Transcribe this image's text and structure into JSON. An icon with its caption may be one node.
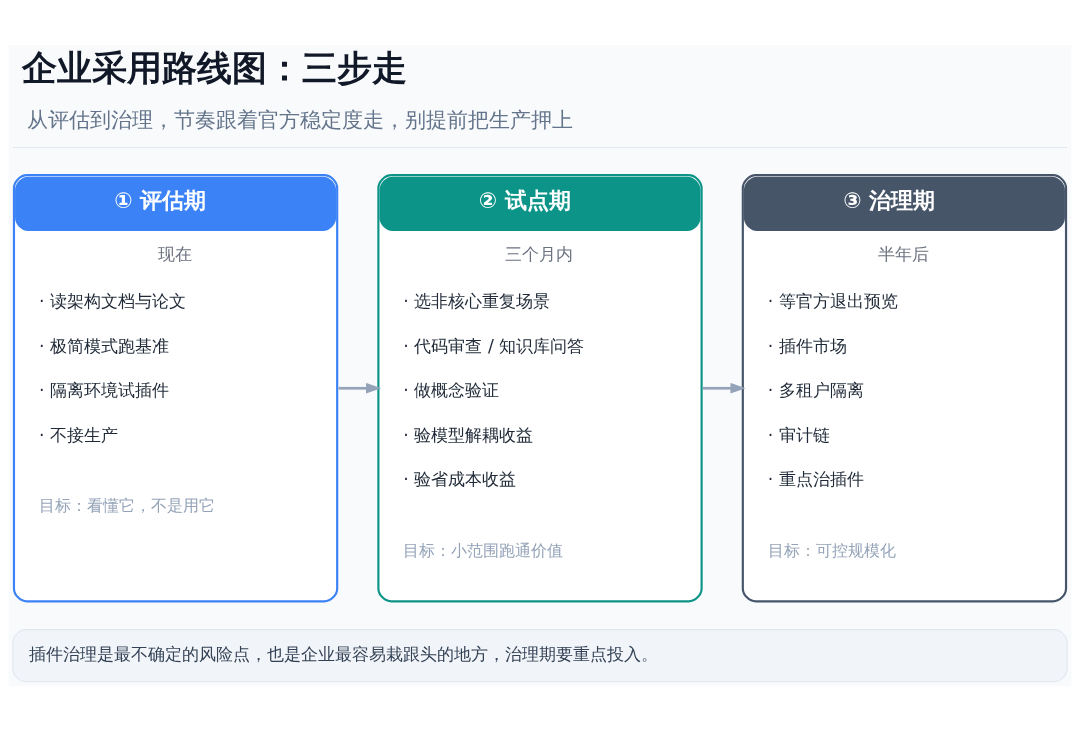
{
  "diagram": {
    "title": "企业采用路线图：三步走",
    "nodes": [
      {
        "text": [
          "① 评估期",
          "现在",
          "· 读架构文档与论文",
          "· 极简模式跑基准",
          "· 隔离环境试插件",
          "· 不接生产",
          "目标：看懂它，不是用它"
        ]
      },
      {
        "text": [
          "② 试点期",
          "三个月内",
          "· 选非核心重复场景",
          "· 代码审查 / 知识库问答",
          "· 做概念验证",
          "· 验模型解耦收益",
          "· 验省成本收益",
          "目标：小范围跑通价值"
        ]
      },
      {
        "text": [
          "③ 治理期",
          "半年后",
          "· 等官方退出预览",
          "· 插件市场",
          "· 多租户隔离",
          "· 审计链",
          "· 重点治插件",
          "目标：可控规模化"
        ]
      },
      {
        "text": [
          "插件治理是最不确定的风险点，也是企业最容易栽跟头的地方，治理期要重点投入。"
        ]
      }
    ],
    "edges": [
      {
        "from": 0,
        "to": 1,
        "arrow": "to"
      },
      {
        "from": 1,
        "to": 2,
        "arrow": "to"
      }
    ],
    "labels": [
      "从评估到治理，节奏跟着官方稳定度走，别提前把生产押上"
    ]
  }
}
